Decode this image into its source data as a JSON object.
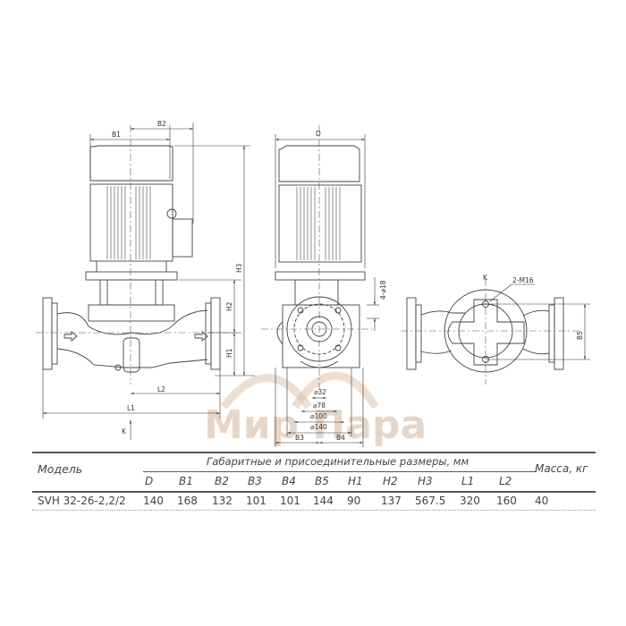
{
  "drawing": {
    "front_view": {
      "dims": {
        "b1": "B1",
        "b2": "B2",
        "h1": "H1",
        "h2": "H2",
        "h3": "H3",
        "l1": "L1",
        "l2": "L2",
        "k": "K"
      }
    },
    "side_view": {
      "dims": {
        "d": "D",
        "holes": "4-⌀18",
        "d32": "⌀32",
        "d78": "⌀78",
        "d100": "⌀100",
        "d140": "⌀140",
        "b3": "B3",
        "b4": "B4"
      }
    },
    "top_view": {
      "dims": {
        "k": "K",
        "bolts": "2-M16",
        "b5": "B5"
      }
    },
    "watermark": "Мир Пара",
    "colors": {
      "line": "#444444",
      "watermark": "#c9a58c"
    }
  },
  "table": {
    "model_label": "Модель",
    "group_label": "Габаритные и присоединительные размеры, мм",
    "mass_label": "Масса, кг",
    "columns": [
      "D",
      "B1",
      "B2",
      "B3",
      "B4",
      "B5",
      "H1",
      "H2",
      "H3",
      "L1",
      "L2"
    ],
    "rows": [
      {
        "model": "SVH 32-26-2,2/2",
        "values": [
          "140",
          "168",
          "132",
          "101",
          "101",
          "144",
          "90",
          "137",
          "567.5",
          "320",
          "160"
        ],
        "mass": "40"
      }
    ]
  }
}
